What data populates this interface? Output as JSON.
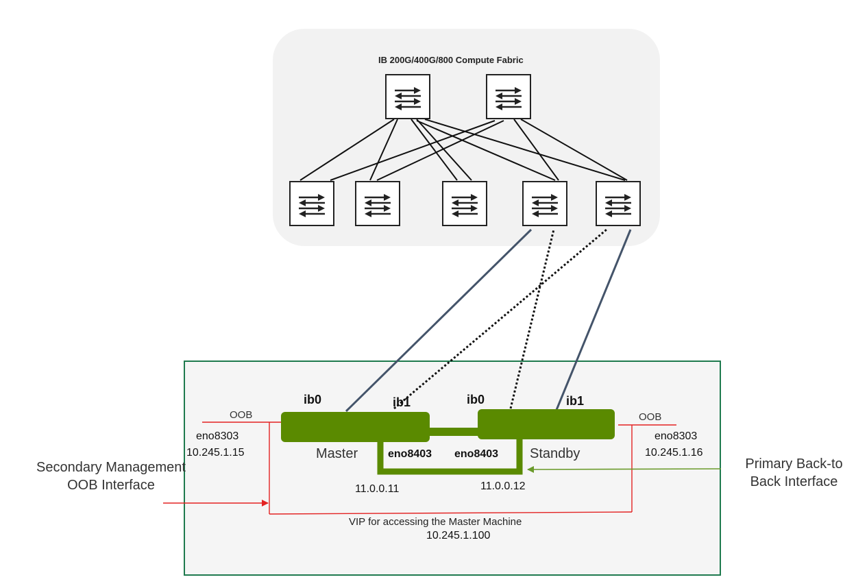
{
  "fabric": {
    "title": "IB 200G/400G/800 Compute Fabric",
    "switch_icon": "bidirectional-arrows-icon",
    "spine_count": 2,
    "leaf_count": 5
  },
  "cluster": {
    "master": {
      "label": "Master",
      "ib0": "ib0",
      "ib1": "ib1",
      "b2b_iface": "eno8403",
      "b2b_ip": "11.0.0.11",
      "oob_label": "OOB",
      "oob_iface": "eno8303",
      "oob_ip": "10.245.1.15"
    },
    "standby": {
      "label": "Standby",
      "ib0": "ib0",
      "ib1": "ib1",
      "b2b_iface": "eno8403",
      "b2b_ip": "11.0.0.12",
      "oob_label": "OOB",
      "oob_iface": "eno8303",
      "oob_ip": "10.245.1.16"
    },
    "vip": {
      "label": "VIP for accessing the Master Machine",
      "ip": "10.245.1.100"
    }
  },
  "annotations": {
    "secondary": "Secondary Management OOB Interface",
    "primary": "Primary Back-to Back Interface"
  },
  "colors": {
    "server_green": "#5a8a00",
    "frame_green": "#1e7a4e",
    "fabric_bg": "#f2f2f2",
    "link_slate": "#44546a",
    "oob_red": "#e32222",
    "arrow_green": "#6a9a2a",
    "frame_bg": "#f5f5f5"
  }
}
